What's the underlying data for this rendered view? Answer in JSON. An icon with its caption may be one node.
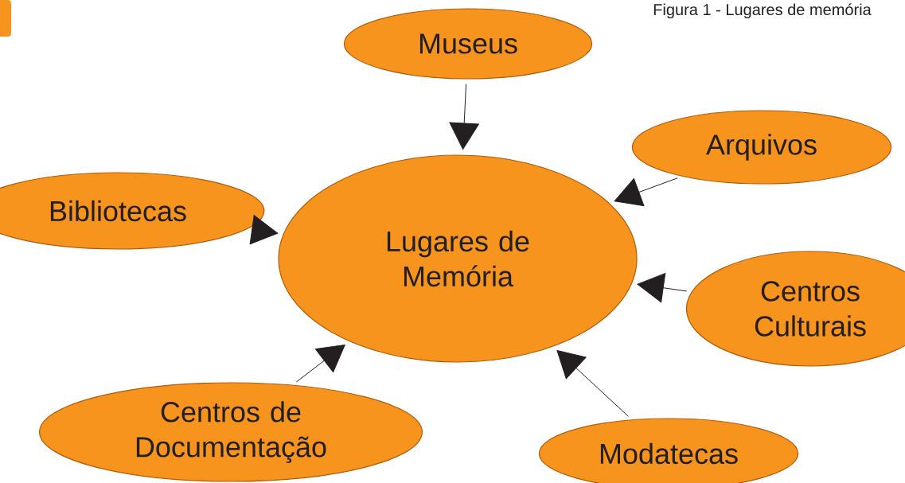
{
  "diagram": {
    "title": "Figura 1 - Lugares de memória",
    "nodes": [
      {
        "text": [
          "Museus"
        ]
      },
      {
        "text": [
          "Arquivos"
        ]
      },
      {
        "text": [
          "Bibliotecas"
        ]
      },
      {
        "text": [
          "Lugares de Memória"
        ]
      },
      {
        "text": [
          "Centros Culturais"
        ]
      },
      {
        "text": [
          "Centros de Documentação"
        ]
      },
      {
        "text": [
          "Modatecas"
        ]
      }
    ],
    "edges": [
      {
        "from": 0,
        "to": 3,
        "arrow": "to"
      },
      {
        "from": 1,
        "to": 3,
        "arrow": "to"
      },
      {
        "from": 2,
        "to": 3,
        "arrow": "to"
      },
      {
        "from": 4,
        "to": 3,
        "arrow": "to"
      },
      {
        "from": 5,
        "to": 3,
        "arrow": "to"
      },
      {
        "from": 6,
        "to": 3,
        "arrow": "to"
      }
    ]
  }
}
